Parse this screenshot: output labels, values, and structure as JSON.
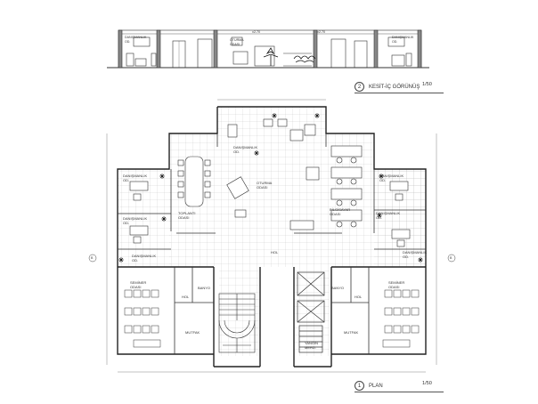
{
  "drawings": {
    "section": {
      "number": "2",
      "title": "KESİT-İÇ GÖRÜNÜŞ",
      "scale": "1/50",
      "labels": [
        "DANIŞMANLIK OD.",
        "OTURMA ODASI",
        "DANIŞMANLIK OD.",
        "±2.70",
        "±2.70"
      ]
    },
    "plan": {
      "number": "1",
      "title": "PLAN",
      "scale": "1/50",
      "rooms": [
        {
          "id": "danismanlik-1",
          "text": "DANIŞMANLIK\nOD."
        },
        {
          "id": "danismanlik-2",
          "text": "DANIŞMANLIK\nOD."
        },
        {
          "id": "danismanlik-3",
          "text": "DANIŞMANLIK\nOD."
        },
        {
          "id": "danismanlik-4",
          "text": "DANIŞMANLIK\nOD."
        },
        {
          "id": "danismanlik-5",
          "text": "DANIŞMANLIK\nOD."
        },
        {
          "id": "danismanlik-6",
          "text": "DANIŞMANLIK\nOD."
        },
        {
          "id": "danismanlik-7",
          "text": "DANIŞMANLIK\nOD."
        },
        {
          "id": "oturma",
          "text": "OTURMA\nODASI"
        },
        {
          "id": "toplanti",
          "text": "TOPLANTI\nODASI"
        },
        {
          "id": "bilgisayar",
          "text": "BİLGİSAYAR\nODASI"
        },
        {
          "id": "hol-center",
          "text": "HOL"
        },
        {
          "id": "seminer-left",
          "text": "SEMİNER\nODASI"
        },
        {
          "id": "seminer-right",
          "text": "SEMİNER\nODASI"
        },
        {
          "id": "hol-left",
          "text": "HOL"
        },
        {
          "id": "hol-right",
          "text": "HOL"
        },
        {
          "id": "banyo-left",
          "text": "BANYO"
        },
        {
          "id": "banyo-right",
          "text": "BANYO"
        },
        {
          "id": "mutfak-left",
          "text": "MUTFAK"
        },
        {
          "id": "mutfak-right",
          "text": "MUTFAK"
        },
        {
          "id": "yangin",
          "text": "YANGIN\nMERD."
        }
      ],
      "grid_markers": {
        "left": "B",
        "right": "B"
      }
    }
  }
}
